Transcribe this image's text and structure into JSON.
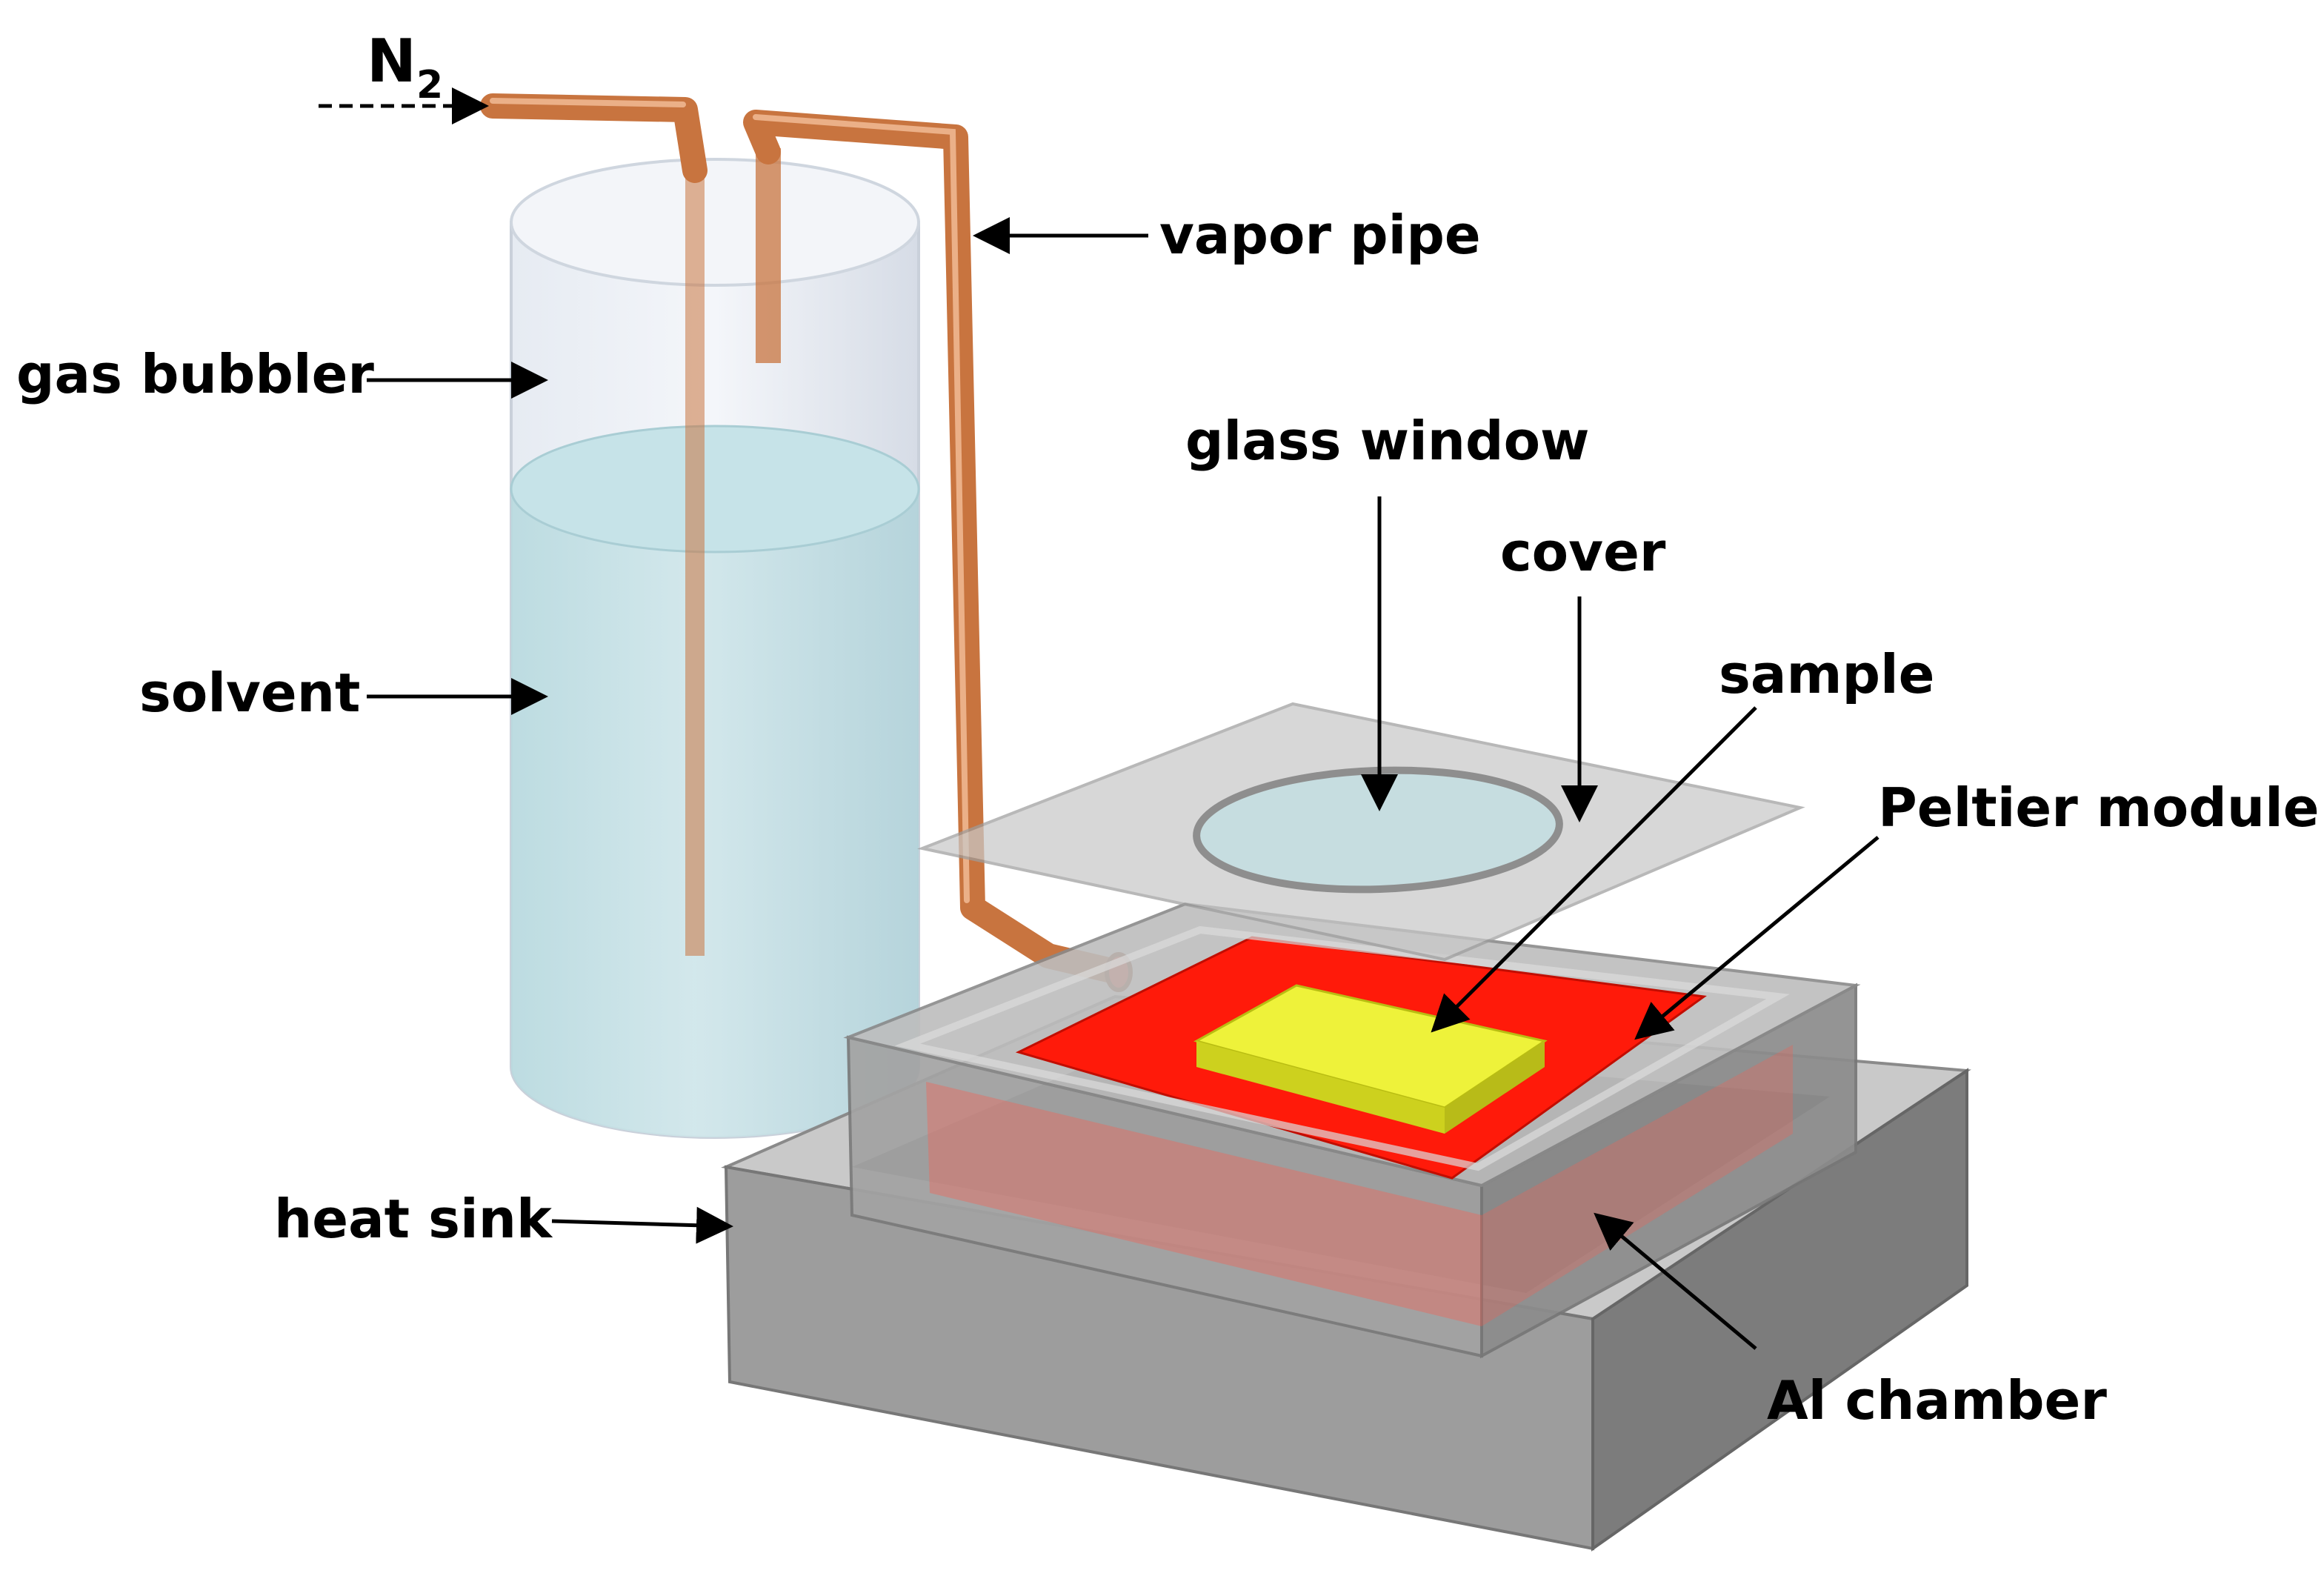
{
  "labels": {
    "n2": "N",
    "n2_sub": "2",
    "vapor_pipe": "vapor pipe",
    "gas_bubbler": "gas bubbler",
    "glass_window": "glass window",
    "cover": "cover",
    "solvent": "solvent",
    "sample": "sample",
    "peltier_module": "Peltier module",
    "heat_sink": "heat sink",
    "al_chamber": "Al chamber"
  },
  "colors": {
    "copper": "#c8743f",
    "copper_dark": "#9a5228",
    "copper_light": "#e6a172",
    "glass": "#dfe5ee",
    "solvent": "#b9dde2",
    "heater": "#ff1a0a",
    "sample": "#eef23a",
    "aluminum": "#9a9a9a",
    "aluminum_dark": "#6c6c6c",
    "heat_sink": "#8e8e8e"
  }
}
